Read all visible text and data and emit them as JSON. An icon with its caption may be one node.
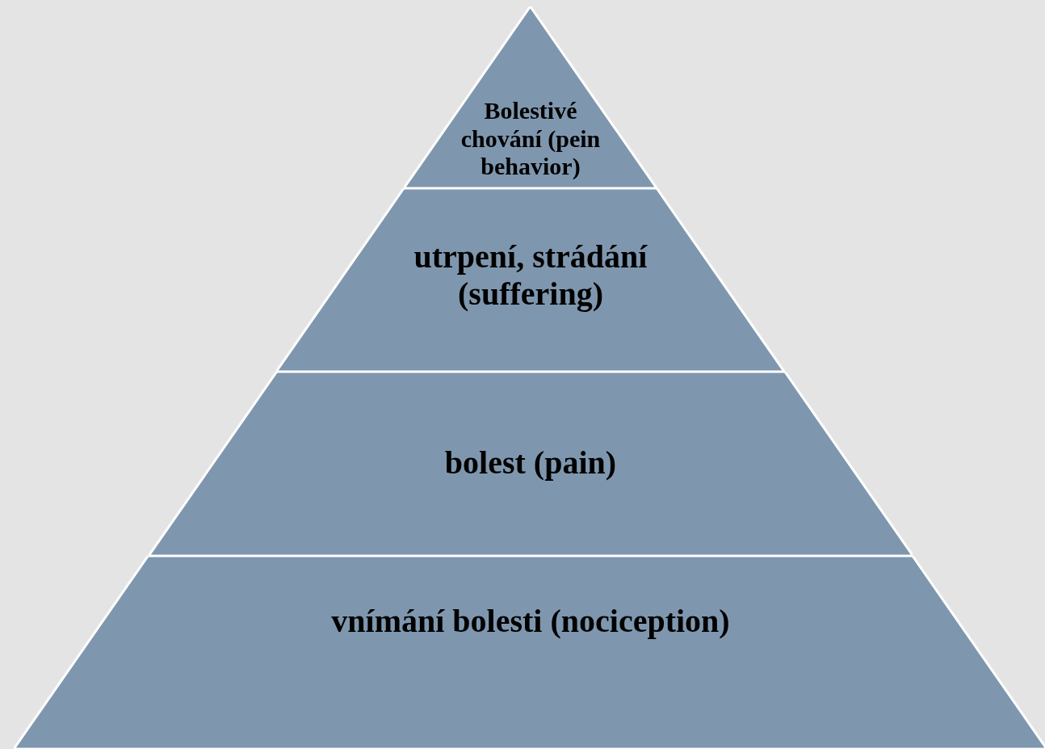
{
  "diagram": {
    "nodes": [
      {
        "text": [
          "Bolestivé chování (pein behavior)"
        ]
      },
      {
        "text": [
          "utrpení, strádání (suffering)"
        ]
      },
      {
        "text": [
          "bolest (pain)"
        ]
      },
      {
        "text": [
          "vnímání bolesti (nociception)"
        ]
      }
    ]
  }
}
